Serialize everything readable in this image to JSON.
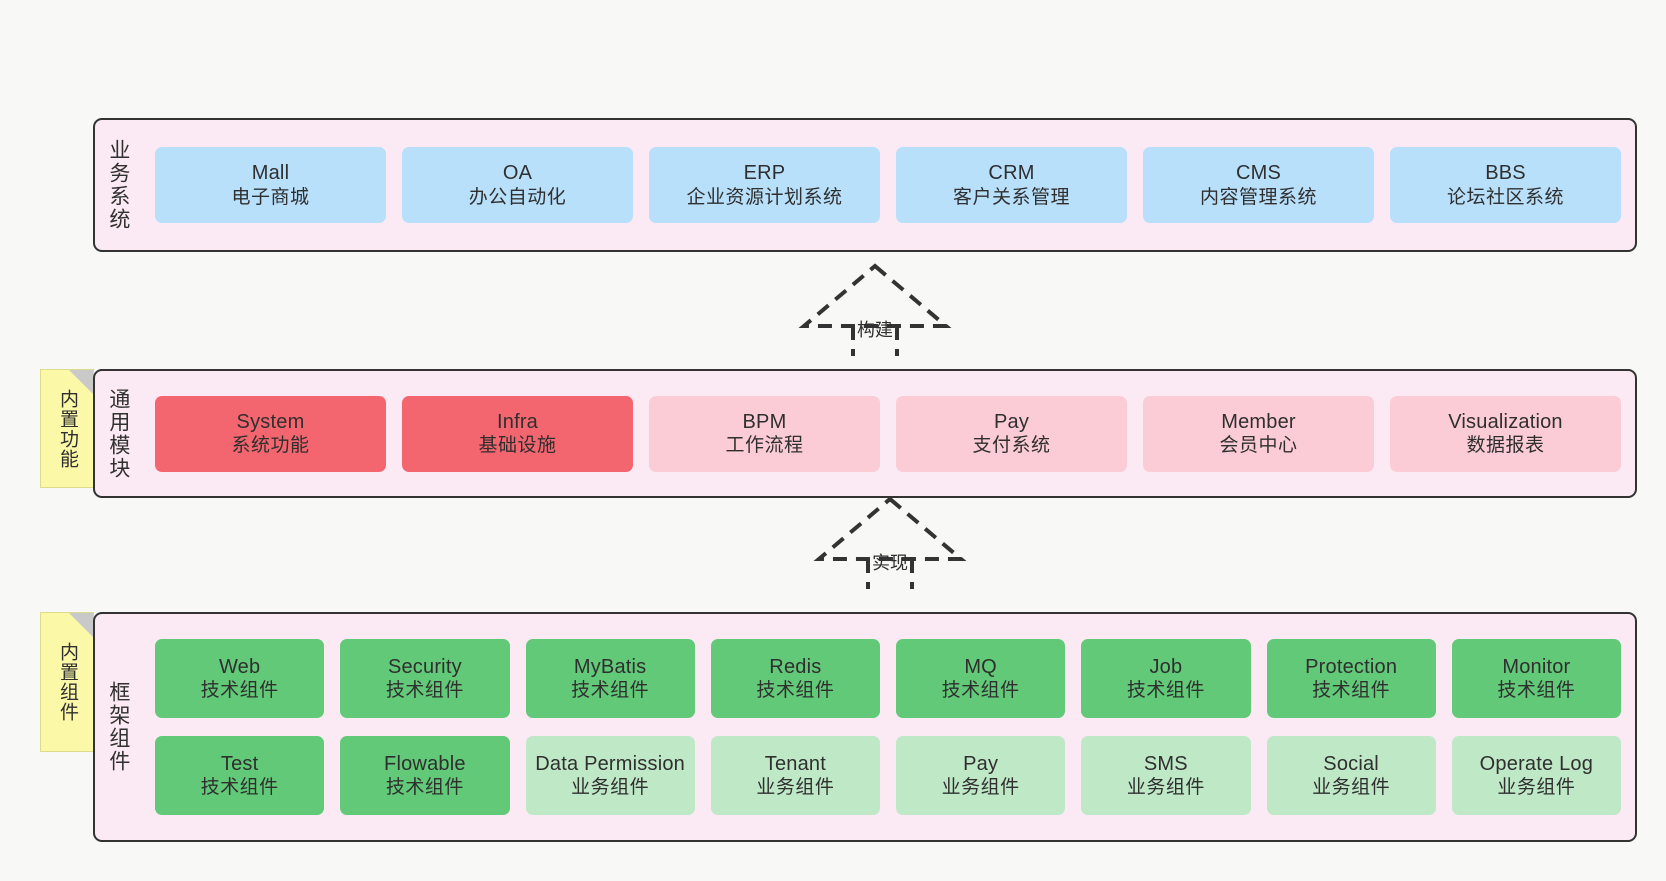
{
  "diagram": {
    "title_text": "",
    "colors": {
      "panel_fill": "#fbeaf4",
      "panel_border": "#333333",
      "business_cell": "#b9e0fb",
      "module_active": "#f4666f",
      "module_planned": "#fbccd5",
      "component_tech": "#62c978",
      "component_biz": "#bfe8c7",
      "note_fill": "#fbf8a8",
      "note_fold": "#c9c9c9",
      "connector": "#333333",
      "background": "#f8f8f6"
    }
  },
  "layers": [
    {
      "id": "business-systems",
      "title": "业务系统",
      "rows": [
        {
          "cells": [
            {
              "en": "Mall",
              "cn": "电子商城",
              "fill": "f-blue"
            },
            {
              "en": "OA",
              "cn": "办公自动化",
              "fill": "f-blue"
            },
            {
              "en": "ERP",
              "cn": "企业资源计划系统",
              "fill": "f-blue"
            },
            {
              "en": "CRM",
              "cn": "客户关系管理",
              "fill": "f-blue"
            },
            {
              "en": "CMS",
              "cn": "内容管理系统",
              "fill": "f-blue"
            },
            {
              "en": "BBS",
              "cn": "论坛社区系统",
              "fill": "f-blue"
            }
          ]
        }
      ]
    },
    {
      "id": "common-modules",
      "title": "通用模块",
      "rows": [
        {
          "cells": [
            {
              "en": "System",
              "cn": "系统功能",
              "fill": "f-red"
            },
            {
              "en": "Infra",
              "cn": "基础设施",
              "fill": "f-red"
            },
            {
              "en": "BPM",
              "cn": "工作流程",
              "fill": "f-pink"
            },
            {
              "en": "Pay",
              "cn": "支付系统",
              "fill": "f-pink"
            },
            {
              "en": "Member",
              "cn": "会员中心",
              "fill": "f-pink"
            },
            {
              "en": "Visualization",
              "cn": "数据报表",
              "fill": "f-pink"
            }
          ]
        }
      ]
    },
    {
      "id": "framework-components",
      "title": "框架组件",
      "rows": [
        {
          "cells": [
            {
              "en": "Web",
              "cn": "技术组件",
              "fill": "f-green"
            },
            {
              "en": "Security",
              "cn": "技术组件",
              "fill": "f-green"
            },
            {
              "en": "MyBatis",
              "cn": "技术组件",
              "fill": "f-green"
            },
            {
              "en": "Redis",
              "cn": "技术组件",
              "fill": "f-green"
            },
            {
              "en": "MQ",
              "cn": "技术组件",
              "fill": "f-green"
            },
            {
              "en": "Job",
              "cn": "技术组件",
              "fill": "f-green"
            },
            {
              "en": "Protection",
              "cn": "技术组件",
              "fill": "f-green"
            },
            {
              "en": "Monitor",
              "cn": "技术组件",
              "fill": "f-green"
            }
          ]
        },
        {
          "cells": [
            {
              "en": "Test",
              "cn": "技术组件",
              "fill": "f-green"
            },
            {
              "en": "Flowable",
              "cn": "技术组件",
              "fill": "f-green"
            },
            {
              "en": "Data Permission",
              "cn": "业务组件",
              "fill": "f-lightgreen"
            },
            {
              "en": "Tenant",
              "cn": "业务组件",
              "fill": "f-lightgreen"
            },
            {
              "en": "Pay",
              "cn": "业务组件",
              "fill": "f-lightgreen"
            },
            {
              "en": "SMS",
              "cn": "业务组件",
              "fill": "f-lightgreen"
            },
            {
              "en": "Social",
              "cn": "业务组件",
              "fill": "f-lightgreen"
            },
            {
              "en": "Operate Log",
              "cn": "业务组件",
              "fill": "f-lightgreen"
            }
          ]
        }
      ]
    }
  ],
  "notes": [
    {
      "id": "note-builtin-features",
      "text": "内置功能"
    },
    {
      "id": "note-builtin-components",
      "text": "内置组件"
    }
  ],
  "connectors": [
    {
      "id": "connector-build",
      "label": "构建"
    },
    {
      "id": "connector-implement",
      "label": "实现"
    }
  ]
}
